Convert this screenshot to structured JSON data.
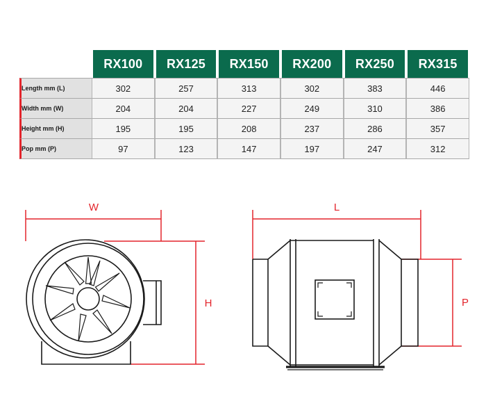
{
  "table": {
    "corner_label": "",
    "columns": [
      "RX100",
      "RX125",
      "RX150",
      "RX200",
      "RX250",
      "RX315"
    ],
    "rows": [
      {
        "label": "Length mm (L)",
        "values": [
          "302",
          "257",
          "313",
          "302",
          "383",
          "446"
        ]
      },
      {
        "label": "Width mm (W)",
        "values": [
          "204",
          "204",
          "227",
          "249",
          "310",
          "386"
        ]
      },
      {
        "label": "Height mm (H)",
        "values": [
          "195",
          "195",
          "208",
          "237",
          "286",
          "357"
        ]
      },
      {
        "label": "Pop mm (P)",
        "values": [
          "97",
          "123",
          "147",
          "197",
          "247",
          "312"
        ]
      }
    ]
  },
  "diagrams": {
    "front_view": {
      "name": "front-elevation",
      "dimension_labels": {
        "width": "W",
        "height": "H"
      }
    },
    "side_view": {
      "name": "side-elevation",
      "dimension_labels": {
        "length": "L",
        "pop": "P"
      }
    }
  },
  "colors": {
    "header_green": "#0b6b4d",
    "accent_red": "#e3242b",
    "label_cell_grey": "#e1e1e1",
    "value_cell_grey": "#f4f4f4",
    "line_black": "#1a1a1a"
  }
}
